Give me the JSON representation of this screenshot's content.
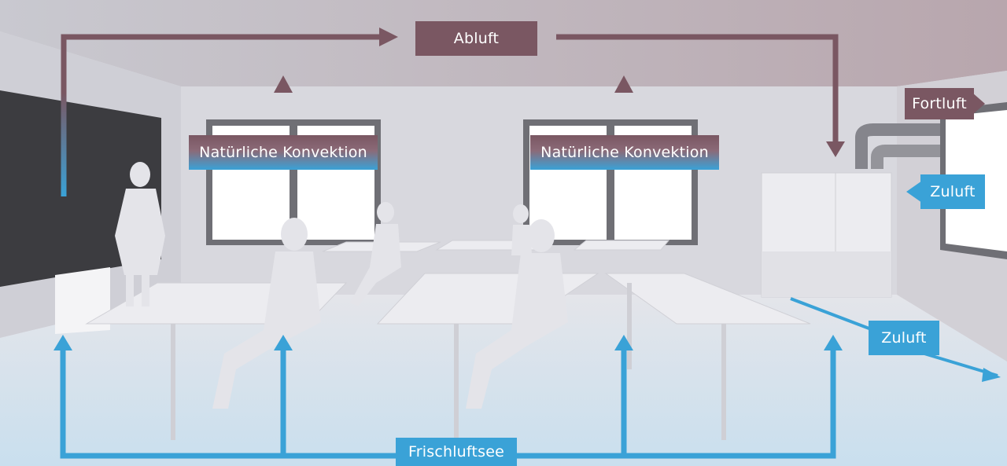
{
  "diagram": {
    "labels": {
      "abluft": "Abluft",
      "konvektion_left": "Natürliche Konvektion",
      "konvektion_right": "Natürliche Konvektion",
      "fortluft": "Fortluft",
      "zuluft_unit": "Zuluft",
      "zuluft_floor": "Zuluft",
      "frischluftsee": "Frischluftsee"
    },
    "colors": {
      "exhaust": "#7a5762",
      "supply": "#3aa2d7"
    }
  }
}
